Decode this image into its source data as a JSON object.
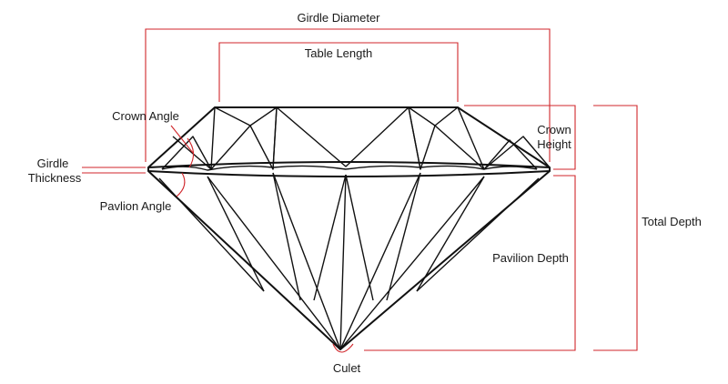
{
  "labels": {
    "girdle_diameter": "Girdle Diameter",
    "table_length": "Table Length",
    "crown_angle": "Crown Angle",
    "crown_height_line1": "Crown",
    "crown_height_line2": "Height",
    "girdle_thickness_line1": "Girdle",
    "girdle_thickness_line2": "Thickness",
    "pavilion_angle": "Pavlion Angle",
    "total_depth": "Total Depth",
    "pavilion_depth": "Pavilion Depth",
    "culet": "Culet"
  },
  "colors": {
    "outline": "#111111",
    "dimension_lines": "#d0262b",
    "text": "#1a1a1a",
    "background": "#ffffff"
  }
}
